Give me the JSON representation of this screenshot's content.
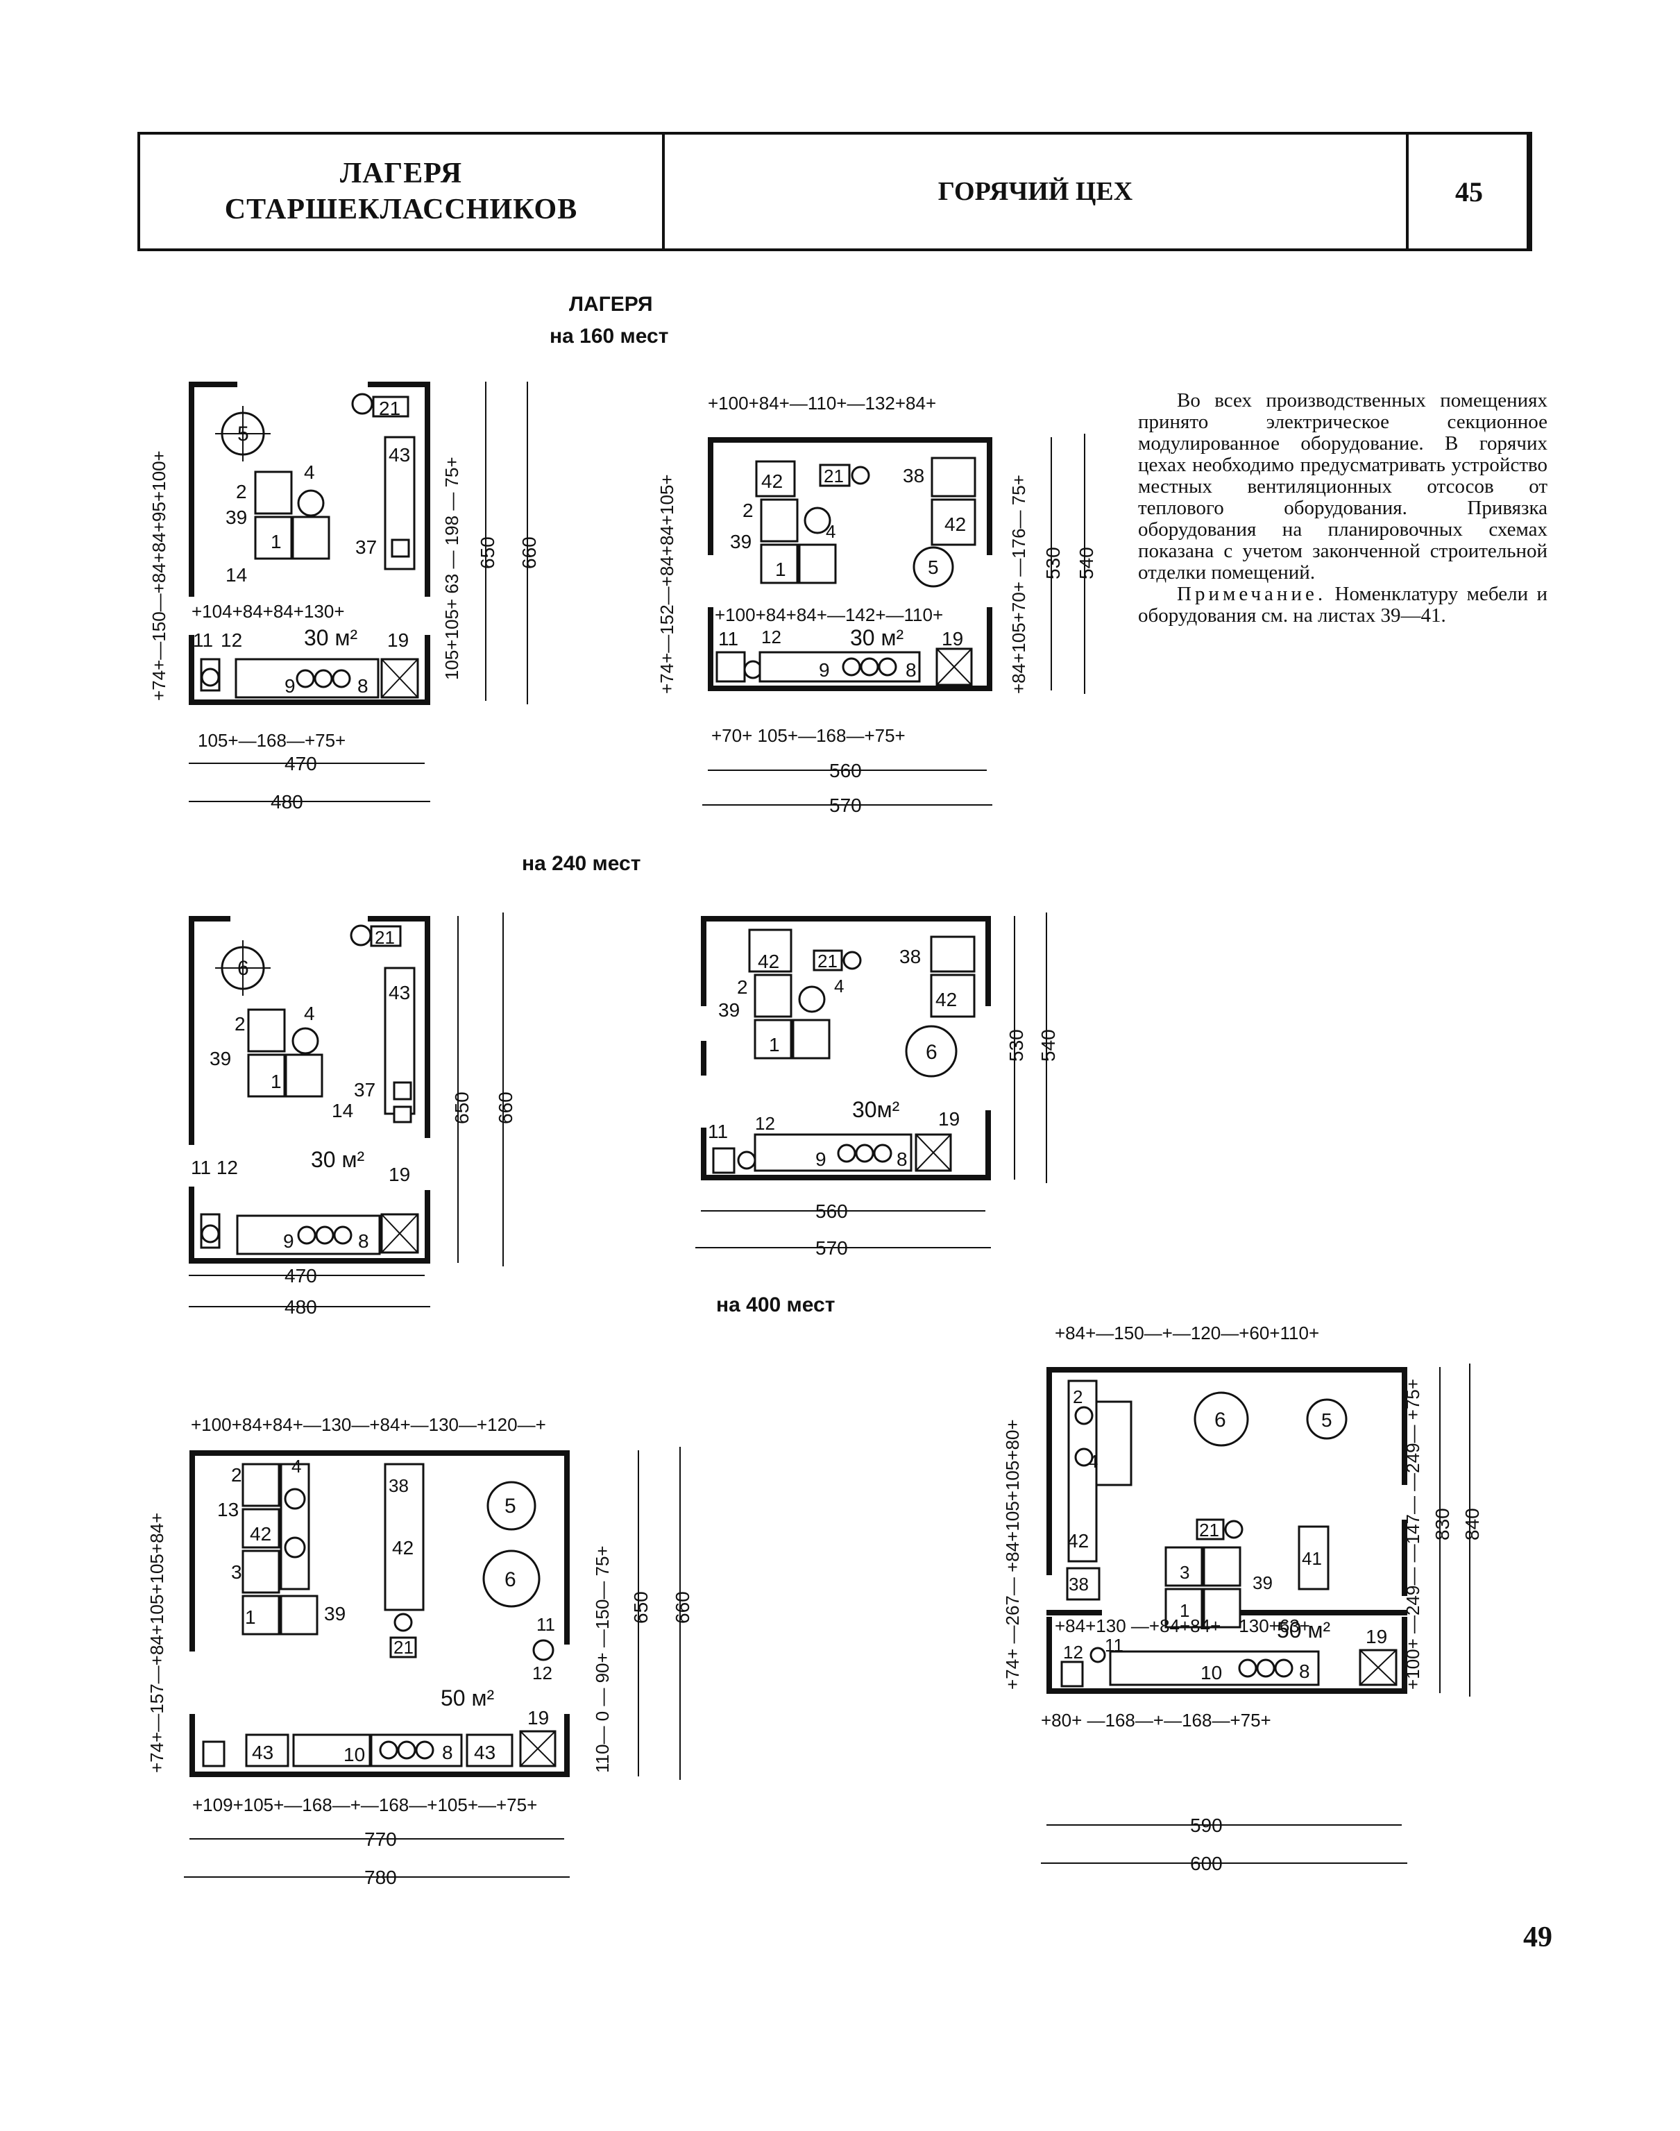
{
  "header": {
    "left_line1": "ЛАГЕРЯ",
    "left_line2": "СТАРШЕКЛАССНИКОВ",
    "center": "ГОРЯЧИЙ ЦЕХ",
    "sheet": "45"
  },
  "sections": {
    "camps_title": "ЛАГЕРЯ",
    "s160": "на 160 мест",
    "s240": "на 240 мест",
    "s400": "на 400 мест"
  },
  "note": {
    "p1": "Во всех производственных помещениях принято электрическое секционное модулированное оборудование. В горячих цехах необходимо предусматривать устройство местных вентиляционных отсосов от теплового оборудования. Привязка оборудования на планировочных схемах показана с учетом законченной строительной отделки помещений.",
    "p2_lead": "Примечание.",
    "p2": "Номенклатуру мебели и оборудования см. на листах 39—41."
  },
  "page_number": "49",
  "plans": {
    "p1": {
      "area": "30 м²",
      "w_inner": "470",
      "w_outer": "480",
      "h_inner": "650",
      "h_outer": "660",
      "top_row": "+104+84+84+130+",
      "bottom_row": "105+—168—+75+",
      "left_col": "+74+—150—+84+84+95+100+",
      "right_col": "105+105+ 63 — 198 — 75+",
      "labels": [
        "5",
        "21",
        "43",
        "2",
        "4",
        "39",
        "1",
        "14",
        "37",
        "11",
        "12",
        "9",
        "8",
        "19"
      ]
    },
    "p2": {
      "area": "30 м²",
      "w_inner": "560",
      "w_outer": "570",
      "h_inner": "530",
      "h_outer": "540",
      "top_row": "+100+84+—110+—132+84+",
      "mid_row": "+100+84+84+—142+—110+",
      "bottom_row": "+70+ 105+—168—+75+",
      "left_col": "+74+—152—+84+84+105+",
      "right_col": "+84+105+70+ —176— 75+",
      "labels": [
        "42",
        "21",
        "38",
        "2",
        "4",
        "39",
        "1",
        "5",
        "42",
        "11",
        "12",
        "9",
        "8",
        "19"
      ]
    },
    "p3": {
      "area": "30 м²",
      "w_inner": "470",
      "w_outer": "480",
      "h_inner": "650",
      "h_outer": "660",
      "labels": [
        "6",
        "21",
        "43",
        "2",
        "4",
        "39",
        "1",
        "14",
        "37",
        "11 12",
        "9",
        "8",
        "19"
      ]
    },
    "p4": {
      "area": "30м²",
      "w_inner": "560",
      "w_outer": "570",
      "h_inner": "530",
      "h_outer": "540",
      "labels": [
        "42",
        "21",
        "38",
        "2",
        "4",
        "39",
        "1",
        "6",
        "42",
        "11",
        "12",
        "9",
        "8",
        "19"
      ]
    },
    "p5": {
      "area": "50 м²",
      "w_inner": "770",
      "w_outer": "780",
      "h_inner": "650",
      "h_outer": "660",
      "top_row": "+100+84+84+—130—+84+—130—+120—+",
      "bottom_row": "+109+105+—168—+—168—+105+—+75+",
      "left_col": "+74+—157—+84+105+105+84+",
      "right_col": "110— 0 — 90+ —150— 75+",
      "labels": [
        "2",
        "13",
        "42",
        "3",
        "1",
        "4",
        "38",
        "42",
        "21",
        "39",
        "5",
        "6",
        "11",
        "12",
        "43",
        "10",
        "8",
        "43",
        "19"
      ]
    },
    "p6": {
      "area": "50 м²",
      "w_inner": "590",
      "w_outer": "600",
      "h_inner": "830",
      "h_outer": "840",
      "top_row": "+84+—150—+—120—+60+110+",
      "mid_row": "+84+130 —+84+84+—130+63+",
      "bottom_row": "+80+ —168—+—168—+75+",
      "left_col": "+74+ —267— +84+105+105+80+",
      "right_col": "+100+ —249— —147— —249— +75+",
      "labels": [
        "2",
        "4",
        "42",
        "38",
        "6",
        "5",
        "21",
        "41",
        "3",
        "1",
        "39",
        "12",
        "11",
        "10",
        "8",
        "19"
      ]
    }
  }
}
